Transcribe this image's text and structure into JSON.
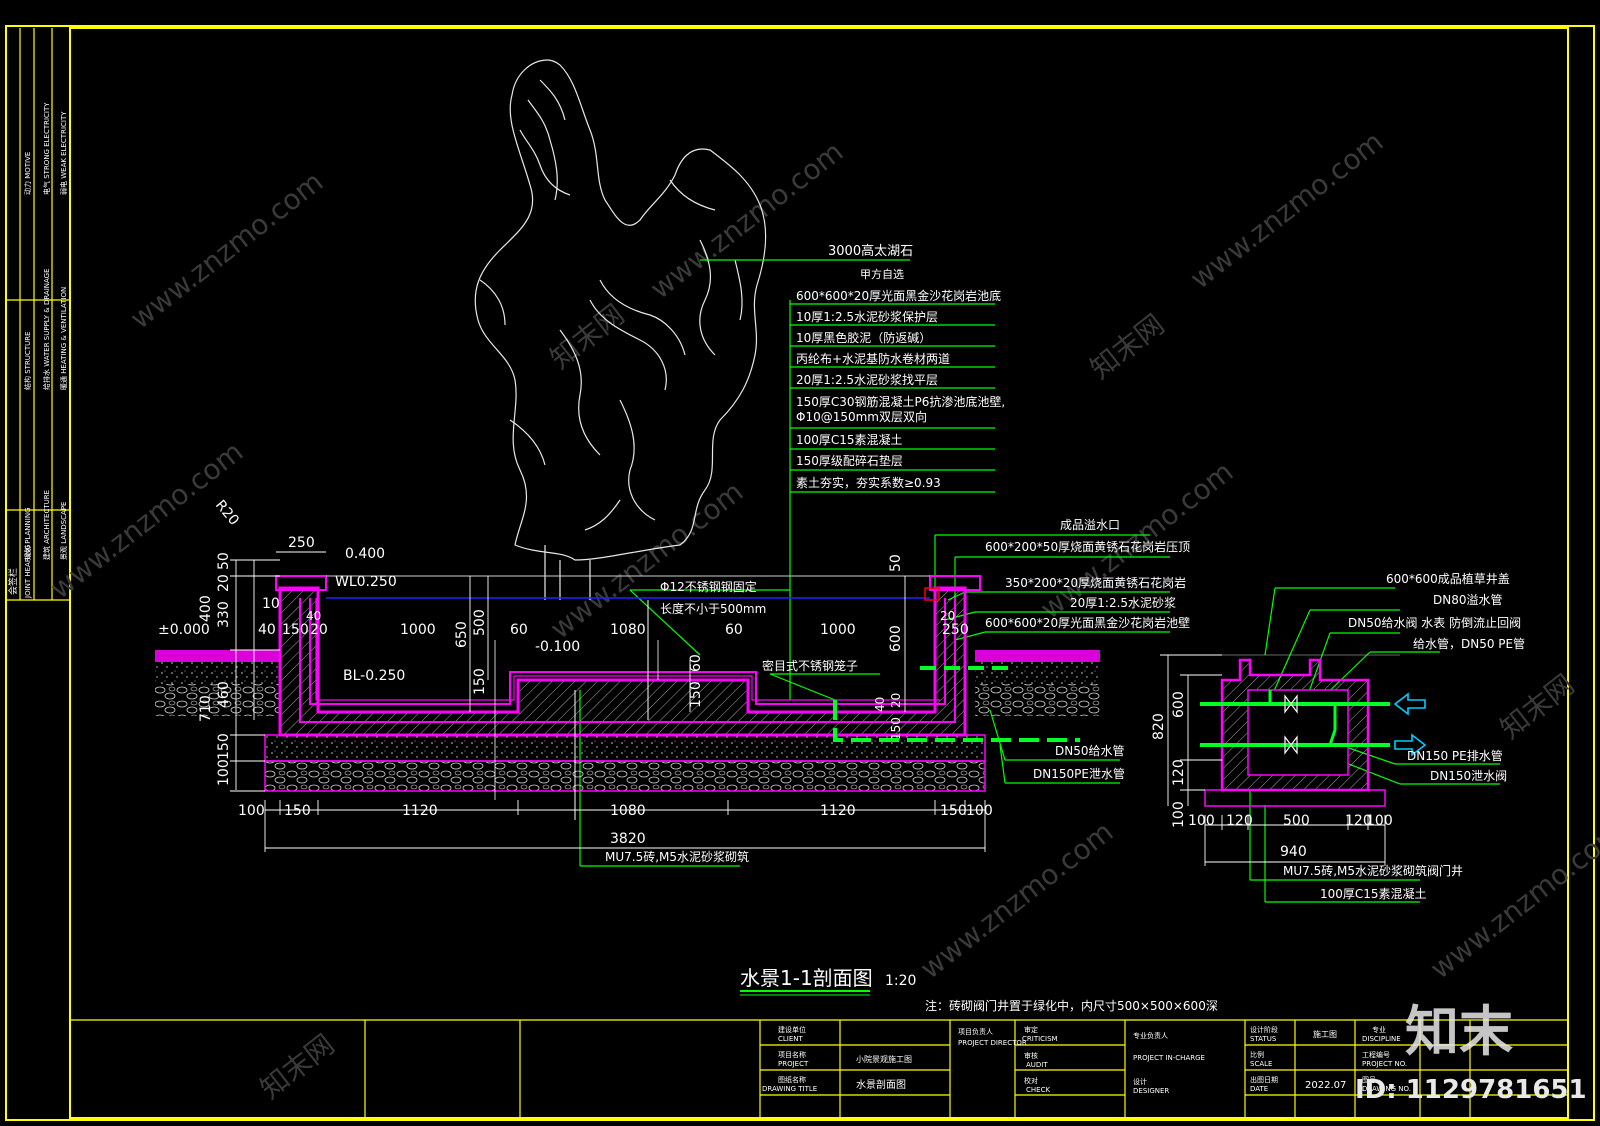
{
  "colors": {
    "background": "#000000",
    "frame": "#ffff00",
    "structure": "#ff00ff",
    "leader": "#00ff00",
    "pipe": "#00ff22",
    "text": "#ffffff",
    "arrow": "#00ccff",
    "water_line": "#2222ff"
  },
  "side_strip": {
    "labels": [
      "给排水 WATER SUPPLY & DRAINAGE",
      "结构 STRUCTURE",
      "电气 STRONG ELECTRICITY",
      "弱电 WEAK ELECTRICITY",
      "规划 PLANNING",
      "建筑 ARCHITECTURE",
      "景观 LANDSCAPE",
      "暖通 HEATING & VENTILATION",
      "会签栏",
      "JOINT HEARING",
      "动力 MOTIVE"
    ]
  },
  "rock_notes": [
    "3000高太湖石",
    "甲方自选"
  ],
  "layer_notes": [
    "600*600*20厚光面黑金沙花岗岩池底",
    "10厚1:2.5水泥砂浆保护层",
    "10厚黑色胶泥（防返碱）",
    "丙纶布+水泥基防水卷材两道",
    "20厚1:2.5水泥砂浆找平层",
    "150厚C30钢筋混凝土P6抗渗池底池壁,",
    "Φ10@150mm双层双向",
    "100厚C15素混凝土",
    "150厚级配碎石垫层",
    "素土夯实，夯实系数≥0.93"
  ],
  "right_notes": [
    "成品溢水口",
    "600*200*50厚烧面黄锈石花岗岩压顶",
    "350*200*20厚烧面黄锈石花岗岩",
    "20厚1:2.5水泥砂浆",
    "600*600*20厚光面黑金沙花岗岩池壁"
  ],
  "valve_notes": [
    "600*600成品植草井盖",
    "DN80溢水管",
    "DN50给水阀  水表  防倒流止回阀",
    "给水管，DN50 PE管",
    "DN150 PE排水管",
    "DN150泄水阀",
    "MU7.5砖,M5水泥砂浆砌筑阀门井",
    "100厚C15素混凝土"
  ],
  "section_labels": {
    "r20": "R20",
    "top_elev": "0.400",
    "water_level": "WL0.250",
    "zero_elev": "±0.000",
    "bottom_level": "BL-0.250",
    "mid_elev": "-0.100",
    "steel_bar": "Φ12不锈钢钢固定",
    "steel_bar2": "长度不小于500mm",
    "cage": "密目式不锈钢笼子",
    "dn50_supply": "DN50给水管",
    "dn150_drain": "DN150PE泄水管",
    "brick": "MU7.5砖,M5水泥砂浆砌筑"
  },
  "dimensions": {
    "top": [
      "250"
    ],
    "left_vertical": [
      "50",
      "20",
      "330",
      "400",
      "10",
      "40",
      "460",
      "710",
      "150",
      "100"
    ],
    "inner": [
      "150",
      "20",
      "40",
      "1000",
      "650",
      "500",
      "150",
      "60",
      "1080",
      "60",
      "1000",
      "600",
      "250",
      "50",
      "60",
      "150",
      "40",
      "20",
      "150",
      "20"
    ],
    "bottom": [
      "100",
      "150",
      "1120",
      "1080",
      "1120",
      "150",
      "100"
    ],
    "total": "3820",
    "valve_vertical": [
      "820",
      "600",
      "120",
      "100"
    ],
    "valve_bottom": [
      "100",
      "120",
      "500",
      "120",
      "100"
    ],
    "valve_total": "940"
  },
  "drawing_title": "水景1-1剖面图",
  "drawing_scale": "1:20",
  "note": "注：砖砌阀门井置于绿化中，内尺寸500×500×600深",
  "title_block": {
    "client_cn": "建设单位",
    "client_en": "CLIENT",
    "project_cn": "项目名称",
    "project_en": "PROJECT",
    "project_value": "小院景观施工图",
    "title_cn": "图纸名称",
    "title_en": "DRAWING TITLE",
    "title_value": "水景剖面图",
    "director_cn": "项目负责人",
    "director_en": "PROJECT DIRECTOR",
    "criticism_cn": "审定",
    "criticism_en": "CRITICISM",
    "audit_cn": "审核",
    "audit_en": "AUDIT",
    "check_cn": "校对",
    "check_en": "CHECK",
    "incharge_cn": "专业负责人",
    "incharge_en": "PROJECT IN-CHARGE",
    "designer_cn": "设计",
    "designer_en": "DESIGNER",
    "status_cn": "设计阶段",
    "status_en": "STATUS",
    "status_value": "施工图",
    "scale_cn": "比例",
    "scale_en": "SCALE",
    "date_cn": "出图日期",
    "date_en": "DATE",
    "date_value": "2022.07",
    "discipline_cn": "专业",
    "discipline_en": "DISCIPLINE",
    "projno_cn": "工程编号",
    "projno_en": "PROJECT NO.",
    "drawno_cn": "图号",
    "drawno_en": "DRAWING NO."
  },
  "watermark": {
    "url": "www.znzmo.com",
    "brand": "知末网",
    "logo": "知末",
    "id": "ID: 1129781651"
  }
}
